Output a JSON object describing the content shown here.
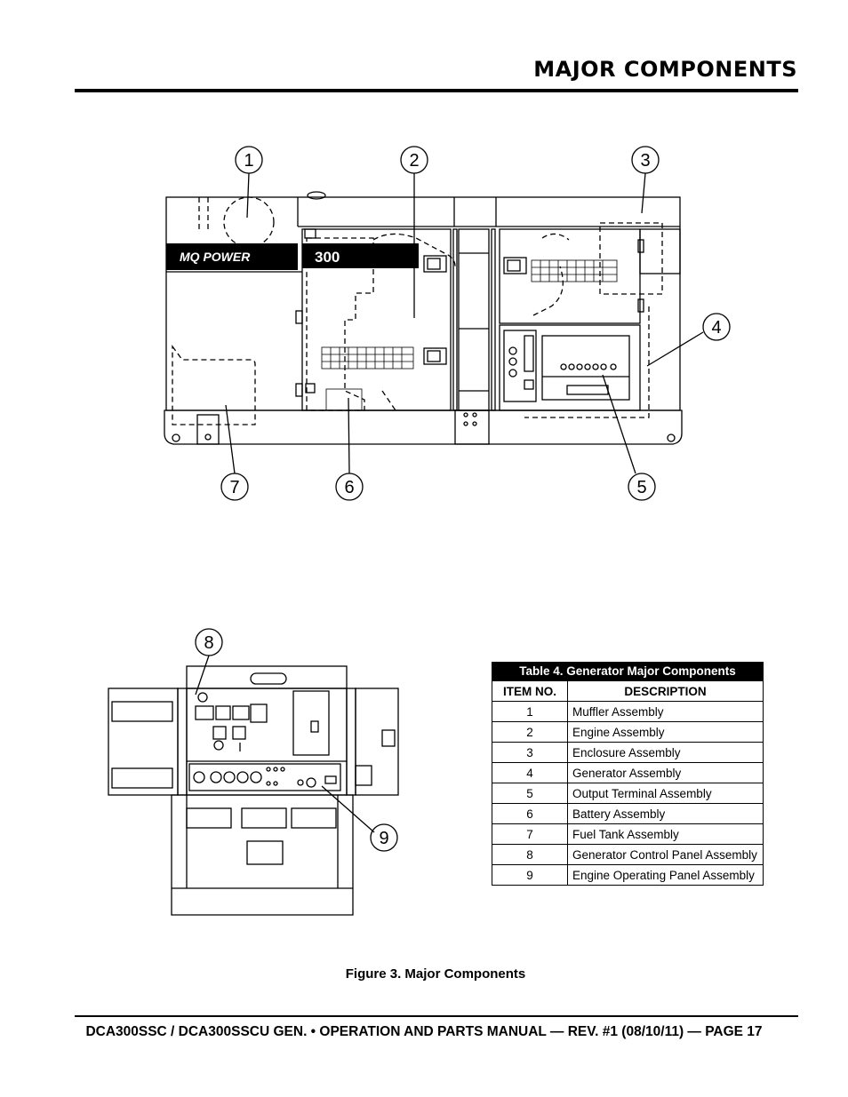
{
  "header": {
    "title": "MAJOR COMPONENTS"
  },
  "figure": {
    "callouts": [
      "1",
      "2",
      "3",
      "4",
      "5",
      "6",
      "7",
      "8",
      "9"
    ],
    "brand_label": "MQ POWER",
    "model_label": "300",
    "caption": "Figure 3. Major Components"
  },
  "table": {
    "caption": "Table 4. Generator Major Components",
    "headers": [
      "ITEM NO.",
      "DESCRIPTION"
    ],
    "rows": [
      {
        "no": "1",
        "desc": "Muffler Assembly"
      },
      {
        "no": "2",
        "desc": "Engine Assembly"
      },
      {
        "no": "3",
        "desc": "Enclosure Assembly"
      },
      {
        "no": "4",
        "desc": "Generator Assembly"
      },
      {
        "no": "5",
        "desc": "Output Terminal Assembly"
      },
      {
        "no": "6",
        "desc": "Battery Assembly"
      },
      {
        "no": "7",
        "desc": "Fuel Tank Assembly"
      },
      {
        "no": "8",
        "desc": "Generator Control Panel Assembly"
      },
      {
        "no": "9",
        "desc": "Engine Operating Panel Assembly"
      }
    ]
  },
  "footer": {
    "text": "DCA300SSC / DCA300SSCU GEN. • OPERATION AND PARTS MANUAL — REV. #1 (08/10/11) — PAGE 17"
  }
}
